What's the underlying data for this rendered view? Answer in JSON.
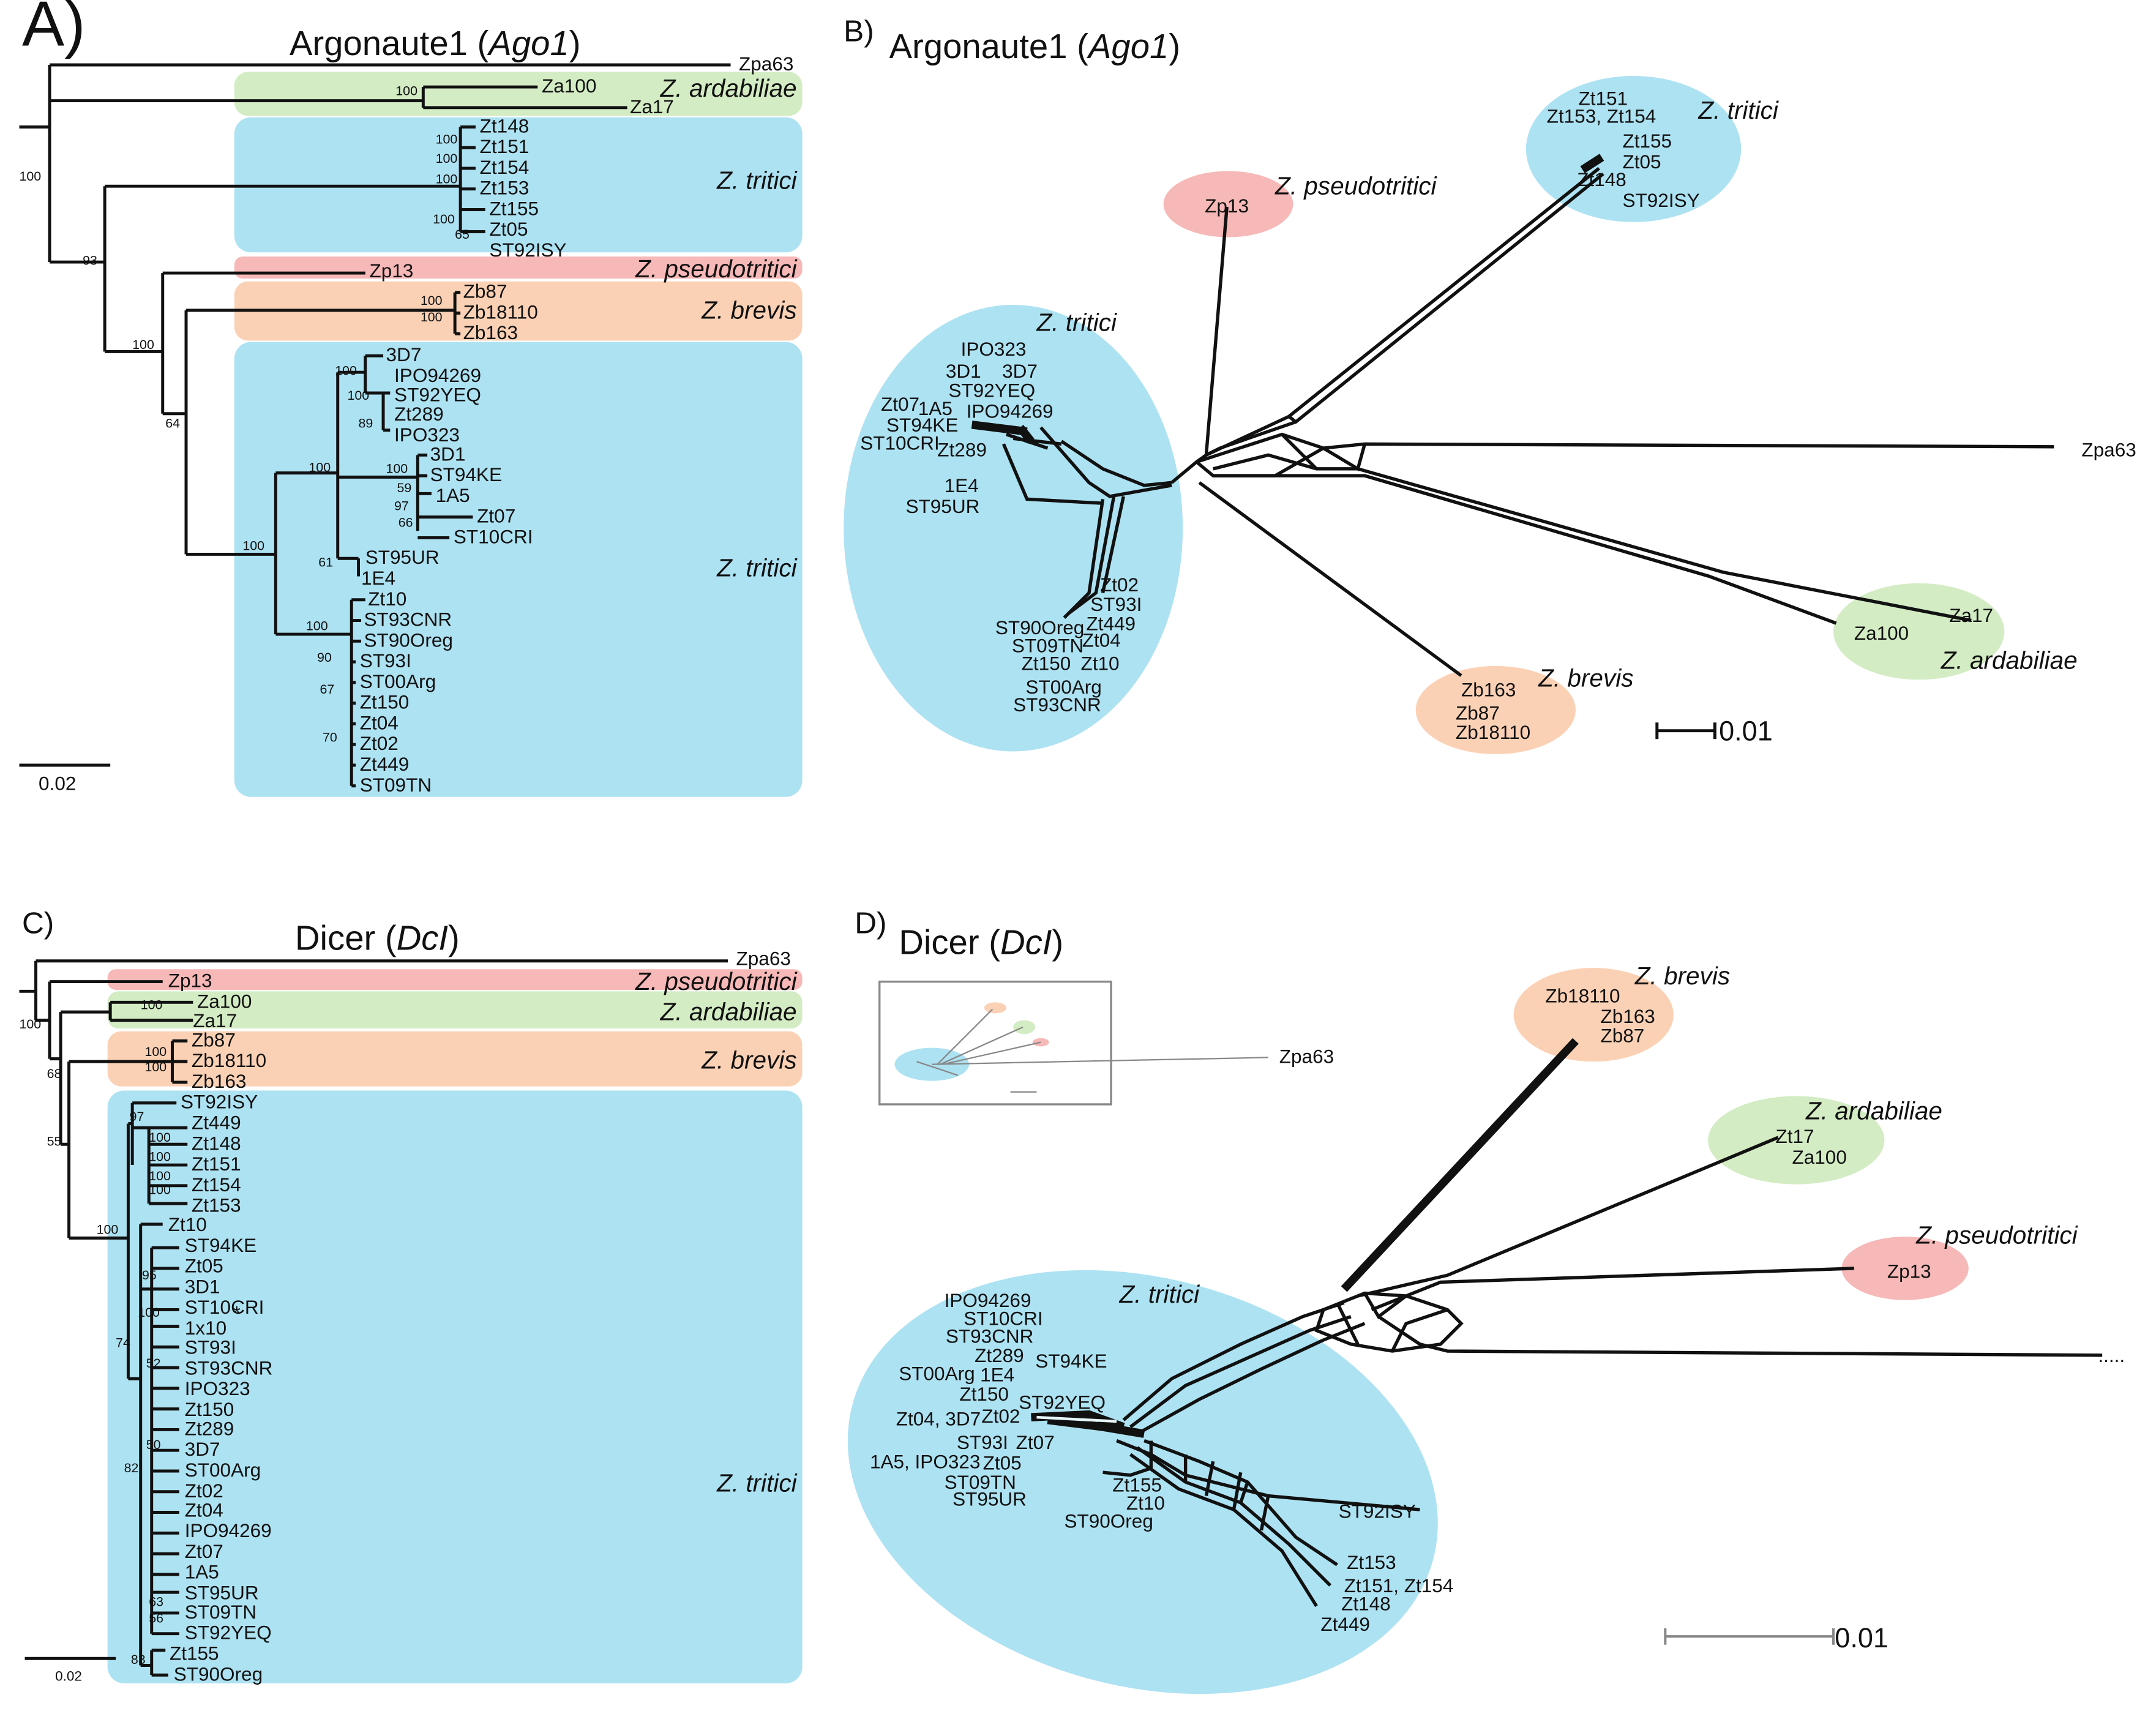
{
  "panels": {
    "A": {
      "letter": "A)",
      "title_pre": "Argonaute1 (",
      "title_gene": "Ago1",
      "title_post": ")"
    },
    "B": {
      "letter": "B)",
      "title_pre": "Argonaute1 (",
      "title_gene": "Ago1",
      "title_post": ")"
    },
    "C": {
      "letter": "C)",
      "title_pre": "Dicer (",
      "title_gene": "DcI",
      "title_post": ")"
    },
    "D": {
      "letter": "D)",
      "title_pre": "Dicer (",
      "title_gene": "DcI",
      "title_post": ")"
    }
  },
  "species": {
    "tritici": "Z. tritici",
    "pseudotritici": "Z. pseudotritici",
    "ardabiliae": "Z. ardabiliae",
    "brevis": "Z. brevis"
  },
  "colors": {
    "tritici": "#ade2f2",
    "pseudotritici": "#f7b8b8",
    "ardabiliae": "#d3ecc4",
    "brevis": "#fbd1b5"
  },
  "scales": {
    "A": "0.02",
    "B": "0.01",
    "C": "0.02",
    "D": "0.01"
  },
  "trees": {
    "A": {
      "tips": [
        "Zpa63",
        "Za100",
        "Za17",
        "Zt148",
        "Zt151",
        "Zt154",
        "Zt153",
        "Zt155",
        "Zt05",
        "ST92ISY",
        "Zp13",
        "Zb87",
        "Zb18110",
        "Zb163",
        "3D7",
        "IPO94269",
        "ST92YEQ",
        "Zt289",
        "IPO323",
        "3D1",
        "ST94KE",
        "1A5",
        "Zt07",
        "ST10CRI",
        "ST95UR",
        "1E4",
        "Zt10",
        "ST93CNR",
        "ST90Oreg",
        "ST93I",
        "ST00Arg",
        "Zt150",
        "Zt04",
        "Zt02",
        "Zt449",
        "ST09TN"
      ],
      "bootstraps": [
        "100",
        "100",
        "100",
        "100",
        "100",
        "100",
        "65",
        "93",
        "100",
        "100",
        "100",
        "64",
        "100",
        "89",
        "100",
        "100",
        "100",
        "59",
        "97",
        "66",
        "61",
        "100",
        "100",
        "90",
        "67",
        "70"
      ]
    },
    "C": {
      "tips": [
        "Zpa63",
        "Zp13",
        "Za100",
        "Za17",
        "Zb87",
        "Zb18110",
        "Zb163",
        "ST92ISY",
        "Zt449",
        "Zt148",
        "Zt151",
        "Zt154",
        "Zt153",
        "Zt10",
        "ST94KE",
        "Zt05",
        "3D1",
        "ST10CRI",
        "1x10",
        "ST93I",
        "ST93CNR",
        "IPO323",
        "Zt150",
        "Zt289",
        "3D7",
        "ST00Arg",
        "Zt02",
        "Zt04",
        "IPO94269",
        "Zt07",
        "1A5",
        "ST95UR",
        "ST09TN",
        "ST92YEQ",
        "Zt155",
        "ST90Oreg"
      ],
      "bootstraps": [
        "100",
        "100",
        "100",
        "100",
        "68",
        "55",
        "97",
        "100",
        "100",
        "100",
        "100",
        "100",
        "95",
        "100",
        "74",
        "52",
        "50",
        "82",
        "63",
        "56",
        "83"
      ],
      "star": "*"
    }
  },
  "networks": {
    "B": {
      "labels": [
        "Zpa63",
        "Zp13",
        "Zt151",
        "Zt153, Zt154",
        "Zt155",
        "Zt05",
        "Zt148",
        "ST92ISY",
        "IPO323",
        "3D1",
        "3D7",
        "ST92YEQ",
        "Zt07",
        "1A5",
        "IPO94269",
        "ST94KE",
        "ST10CRI",
        "Zt289",
        "1E4",
        "ST95UR",
        "Zt02",
        "ST93I",
        "Zt449",
        "Zt04",
        "Zt10",
        "ST90Oreg",
        "ST09TN",
        "Zt150",
        "ST00Arg",
        "ST93CNR",
        "Zb163",
        "Zb87",
        "Zb18110",
        "Za17",
        "Za100"
      ]
    },
    "D": {
      "labels": [
        "Zpa63",
        "Zb18110",
        "Zb163",
        "Zb87",
        "Zt17",
        "Za100",
        "Zp13",
        "IPO94269",
        "ST10CRI",
        "ST93CNR",
        "Zt289",
        "ST94KE",
        "ST00Arg",
        "1E4",
        "Zt150",
        "ST92YEQ",
        "Zt04, 3D7",
        "Zt02",
        "ST93I",
        "Zt07",
        "1A5, IPO323",
        "Zt05",
        "ST09TN",
        "ST95UR",
        "Zt155",
        "Zt10",
        "ST90Oreg",
        "ST92ISY",
        "Zt153",
        "Zt151, Zt154",
        "Zt148",
        "Zt449"
      ],
      "ellipsis": "....."
    }
  }
}
